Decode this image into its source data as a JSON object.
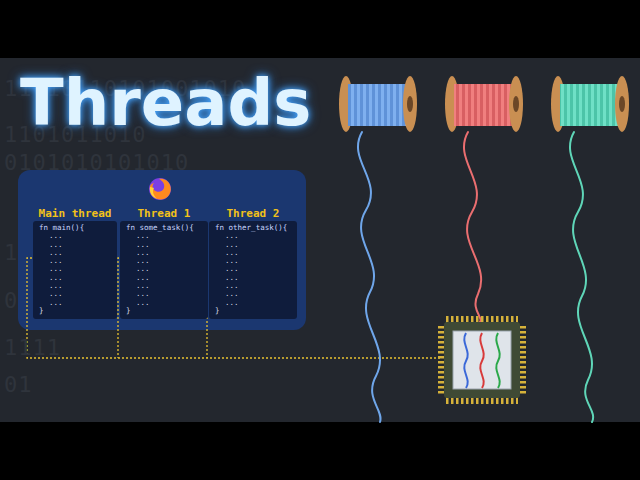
{
  "diagram": {
    "title": "Threads",
    "nodes": [
      {
        "text": [
          "Main thread",
          "fn main(){",
          "...",
          "...",
          "...",
          "...",
          "...",
          "...",
          "...",
          "...",
          "...",
          "}"
        ]
      },
      {
        "text": [
          "Thread 1",
          "fn some_task(){",
          "...",
          "...",
          "...",
          "...",
          "...",
          "...",
          "...",
          "...",
          "...",
          "}"
        ]
      },
      {
        "text": [
          "Thread 2",
          "fn other_task(){",
          "...",
          "...",
          "...",
          "...",
          "...",
          "...",
          "...",
          "...",
          "...",
          "}"
        ]
      }
    ],
    "labels": [
      "11010110101001010",
      "1101011010",
      "0101010101010",
      "1",
      "0",
      "1111",
      "01"
    ]
  }
}
